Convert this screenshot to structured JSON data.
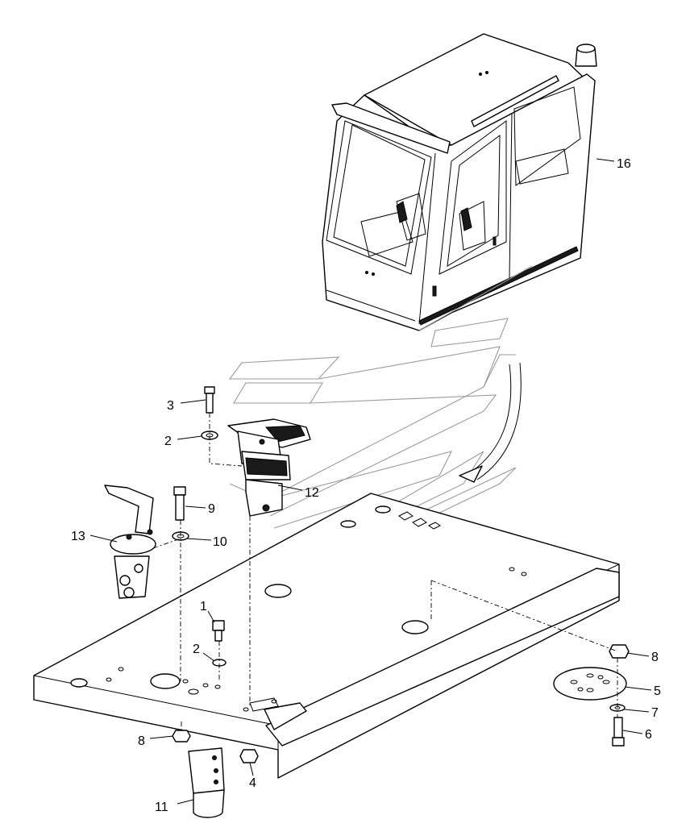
{
  "callouts": [
    {
      "id": "16",
      "part": "cab"
    },
    {
      "id": "3",
      "part": "bolt"
    },
    {
      "id": "2",
      "part": "washer"
    },
    {
      "id": "12",
      "part": "pedal-valve"
    },
    {
      "id": "9",
      "part": "bolt"
    },
    {
      "id": "10",
      "part": "washer"
    },
    {
      "id": "13",
      "part": "hand-valve"
    },
    {
      "id": "1",
      "part": "bolt"
    },
    {
      "id": "2",
      "part": "washer"
    },
    {
      "id": "8",
      "part": "nut"
    },
    {
      "id": "5",
      "part": "mount-plate"
    },
    {
      "id": "7",
      "part": "washer"
    },
    {
      "id": "6",
      "part": "bolt"
    },
    {
      "id": "8",
      "part": "nut"
    },
    {
      "id": "4",
      "part": "nut"
    },
    {
      "id": "11",
      "part": "valve-block"
    }
  ]
}
